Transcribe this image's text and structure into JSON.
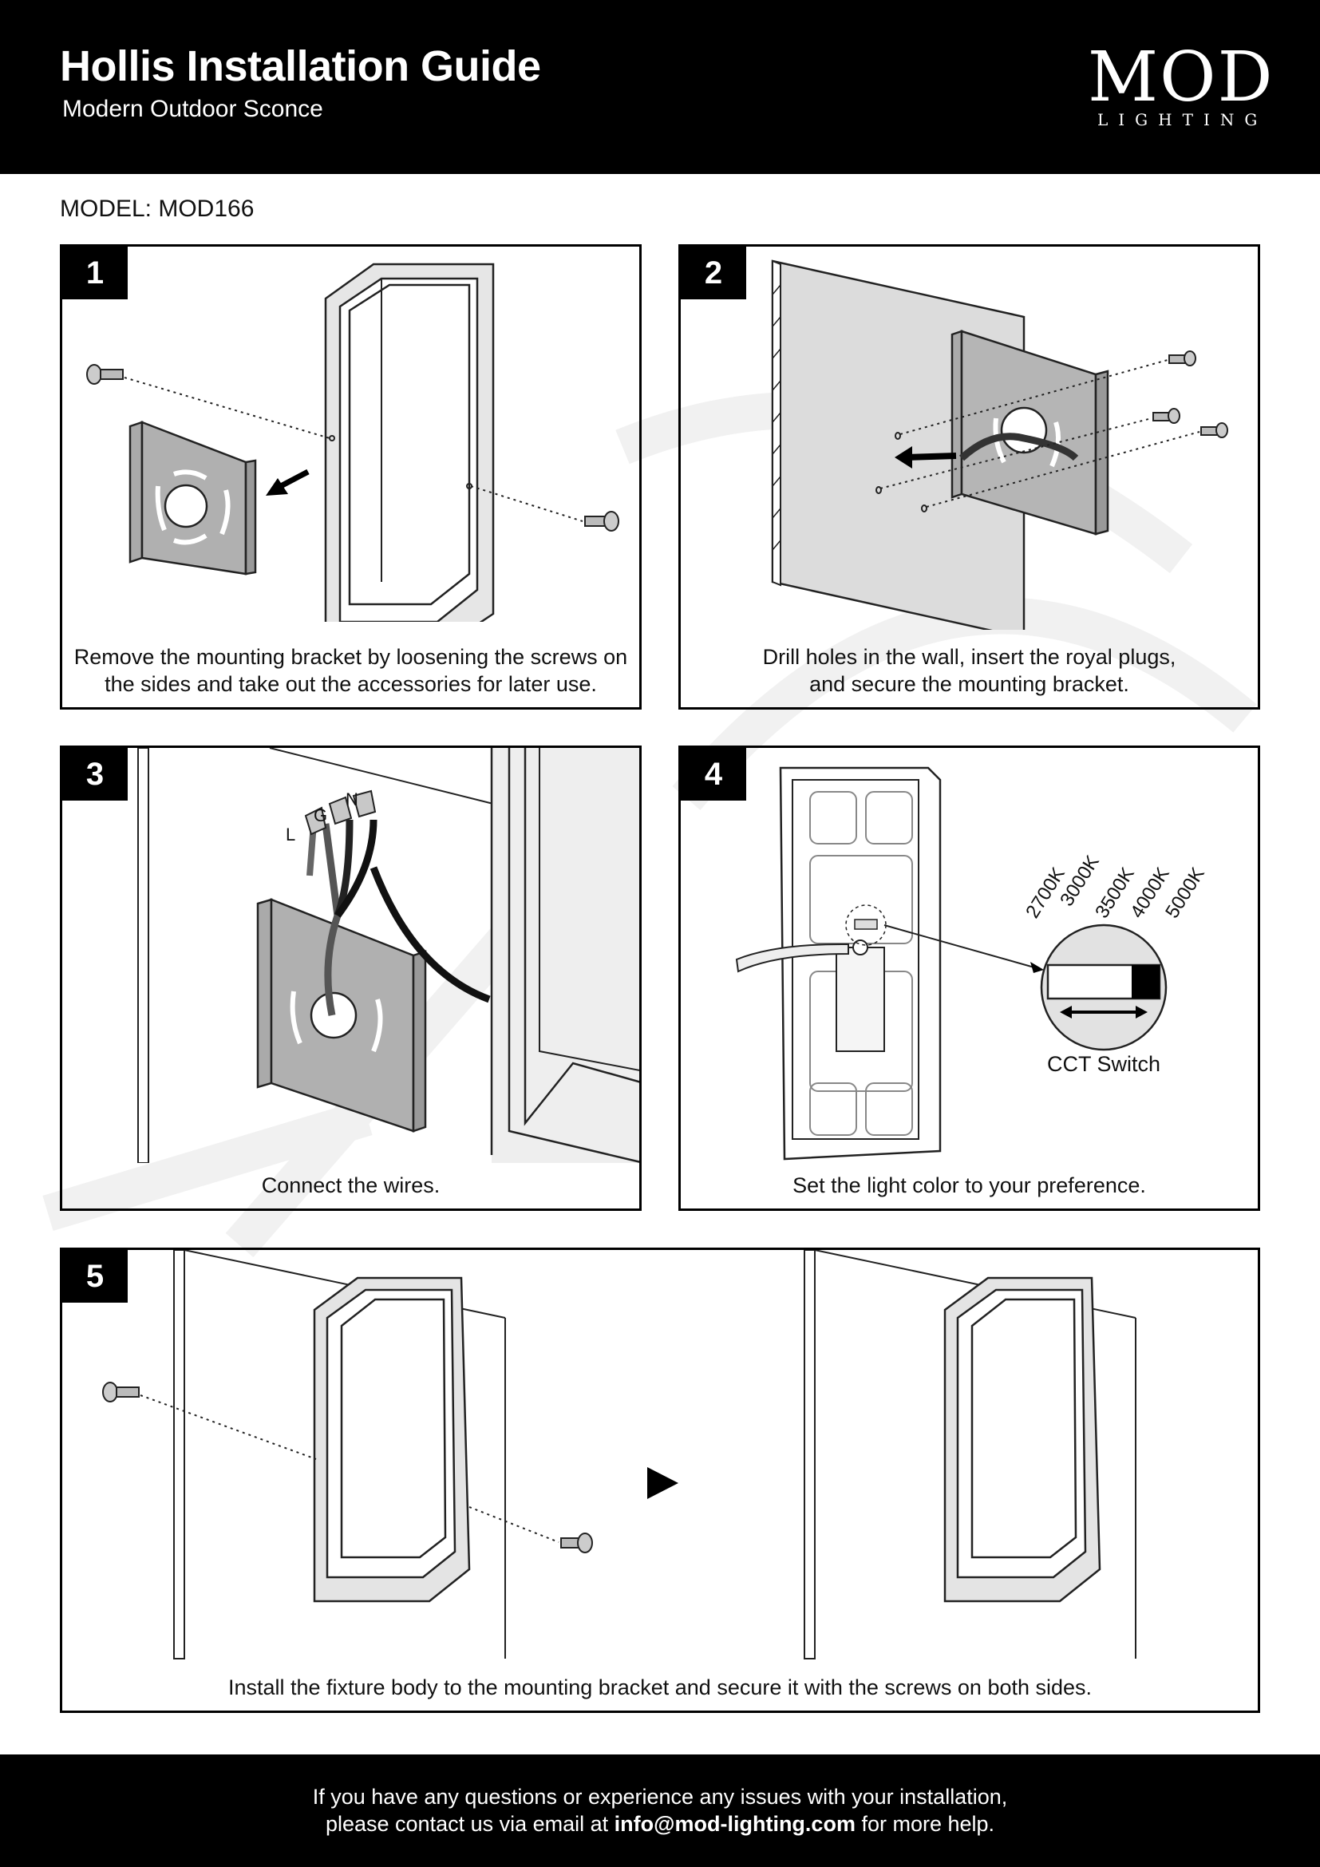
{
  "header": {
    "title": "Hollis Installation Guide",
    "subtitle": "Modern Outdoor Sconce",
    "logo_main": "MOD",
    "logo_sub": "LIGHTING"
  },
  "model_label": "MODEL: MOD166",
  "steps": [
    {
      "number": "1",
      "caption_line1": "Remove the mounting bracket by loosening the screws on",
      "caption_line2": "the sides and take out the accessories for later use."
    },
    {
      "number": "2",
      "caption_line1": "Drill holes in the wall, insert the royal plugs,",
      "caption_line2": "and secure the mounting bracket."
    },
    {
      "number": "3",
      "caption": "Connect the wires.",
      "wire_labels": [
        "L",
        "G",
        "N"
      ]
    },
    {
      "number": "4",
      "caption": "Set the light color to your preference.",
      "cct_values": [
        "2700K",
        "3000K",
        "3500K",
        "4000K",
        "5000K"
      ],
      "switch_label": "CCT Switch"
    },
    {
      "number": "5",
      "caption": "Install the fixture body to the mounting bracket and secure it with the screws on both sides."
    }
  ],
  "footer": {
    "line1": "If you have any questions or experience any issues with your installation,",
    "line2_prefix": "please contact us via email at ",
    "email": "info@mod-lighting.com",
    "line2_suffix": " for more help."
  }
}
